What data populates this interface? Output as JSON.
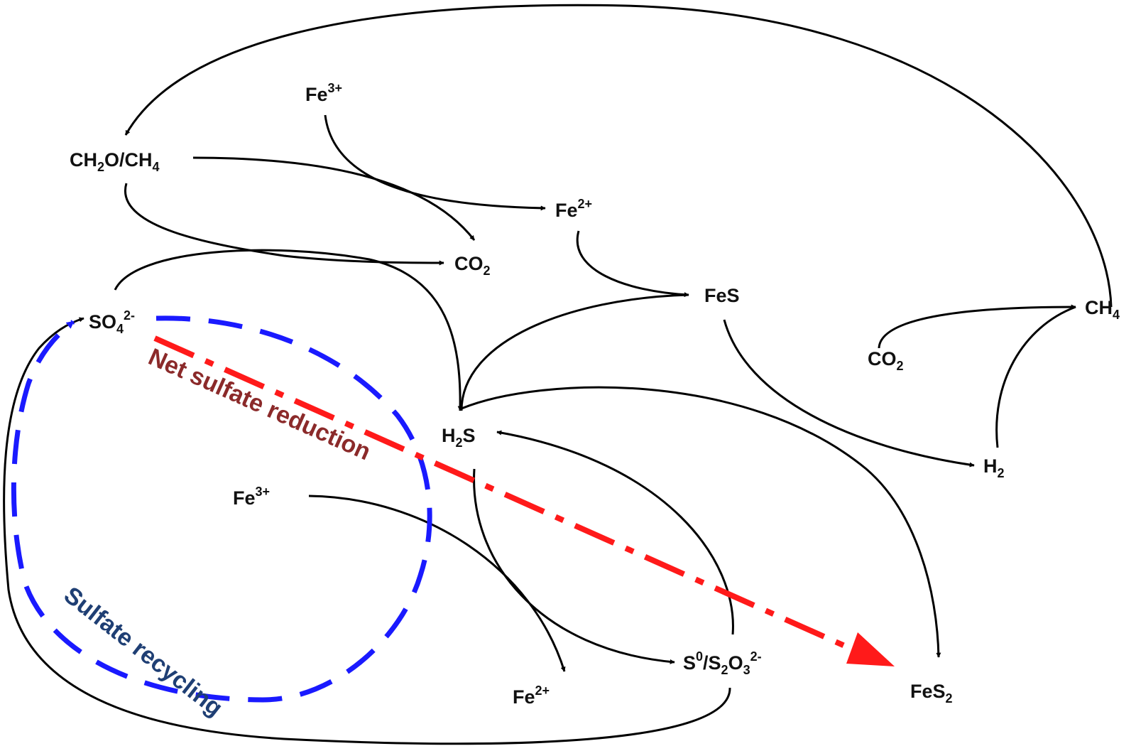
{
  "species": {
    "fe3_top": {
      "main": "Fe",
      "sup": "3+"
    },
    "ch2o_ch4": {
      "a": "CH",
      "a_sub": "2",
      "b": "O/CH",
      "b_sub": "4"
    },
    "fe2_top": {
      "main": "Fe",
      "sup": "2+"
    },
    "co2_mid": {
      "main": "CO",
      "sub": "2"
    },
    "so4": {
      "main": "SO",
      "sub": "4",
      "sup": "2-"
    },
    "fes": {
      "main": "FeS"
    },
    "ch4_right": {
      "main": "CH",
      "sub": "4"
    },
    "co2_right": {
      "main": "CO",
      "sub": "2"
    },
    "h2s": {
      "main": "H",
      "sub": "2",
      "tail": "S"
    },
    "h2": {
      "main": "H",
      "sub": "2"
    },
    "fe3_bottom": {
      "main": "Fe",
      "sup": "3+"
    },
    "fe2_bottom": {
      "main": "Fe",
      "sup": "2+"
    },
    "s0_s2o3": {
      "a": "S",
      "a_sup": "0",
      "b": "/S",
      "b_sub": "2",
      "c": "O",
      "c_sub": "3",
      "c_sup": "2-"
    },
    "fes2": {
      "main": "FeS",
      "sub": "2"
    }
  },
  "annotations": {
    "net_sulfate_reduction": "Net sulfate reduction",
    "sulfate_recycling": "Sulfate  recycling"
  },
  "colors": {
    "arrow": "#000000",
    "net_sulfate_arrow": "#ff1a1a",
    "recycling_loop": "#1a1aff",
    "net_sulfate_text": "#8b2a2a",
    "recycling_text": "#1f3f74"
  }
}
